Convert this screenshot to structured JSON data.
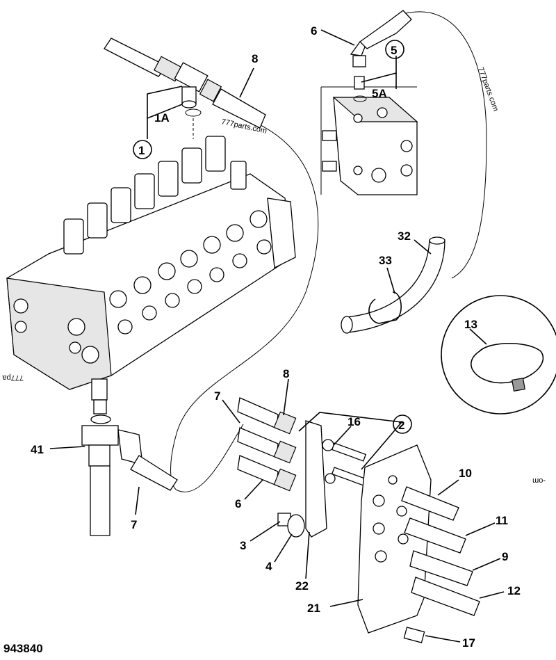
{
  "diagram": {
    "reference_number": "943840",
    "watermarks": [
      "777parts.com",
      "777parts.com",
      "777ра",
      "-om"
    ],
    "callouts": {
      "c1": "1",
      "c1a": "1A",
      "c2": "2",
      "c3": "3",
      "c4": "4",
      "c5": "5",
      "c5a": "5A",
      "c6a": "6",
      "c6b": "6",
      "c7a": "7",
      "c7b": "7",
      "c8a": "8",
      "c8b": "8",
      "c9": "9",
      "c10": "10",
      "c11": "11",
      "c12": "12",
      "c13": "13",
      "c16": "16",
      "c17": "17",
      "c21": "21",
      "c22": "22",
      "c32": "32",
      "c33": "33",
      "c41": "41"
    }
  }
}
